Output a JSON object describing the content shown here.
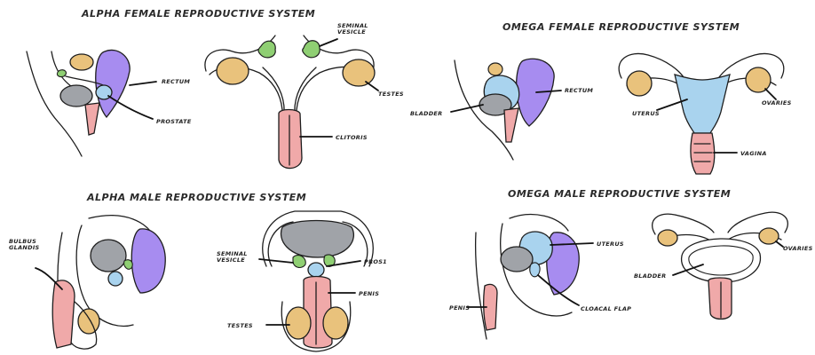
{
  "colors": {
    "rectum": "#a78cf0",
    "prostate": "#a9d3ee",
    "bladder": "#a0a3a8",
    "seminal_vesicle": "#8fcf73",
    "gonad": "#e9c27c",
    "shaft": "#f0a9a9",
    "outline": "#1e1e1e"
  },
  "panels": {
    "alpha_female": {
      "title": "ALPHA FEMALE REPRODUCTIVE SYSTEM",
      "labels": {
        "seminal_vesicle": "SEMINAL VESICLE",
        "rectum": "RECTUM",
        "testes": "TESTES",
        "prostate": "PROSTATE",
        "clitoris": "CLITORIS"
      }
    },
    "omega_female": {
      "title": "OMEGA FEMALE REPRODUCTIVE SYSTEM",
      "labels": {
        "rectum": "RECTUM",
        "bladder": "BLADDER",
        "uterus": "UTERUS",
        "ovaries": "OVARIES",
        "vagina": "VAGINA"
      }
    },
    "alpha_male": {
      "title": "ALPHA MALE REPRODUCTIVE SYSTEM",
      "labels": {
        "bulbus_glandis": "BULBUS GLANDIS",
        "seminal_vesicle": "SEMINAL VESICLE",
        "prostate": "PROS1",
        "penis": "PENIS",
        "testes": "TESTES"
      }
    },
    "omega_male": {
      "title": "OMEGA MALE REPRODUCTIVE SYSTEM",
      "labels": {
        "uterus": "UTERUS",
        "ovaries": "OVARIES",
        "bladder": "BLADDER",
        "penis": "PENIS",
        "cloacal_flap": "CLOACAL FLAP"
      }
    }
  }
}
